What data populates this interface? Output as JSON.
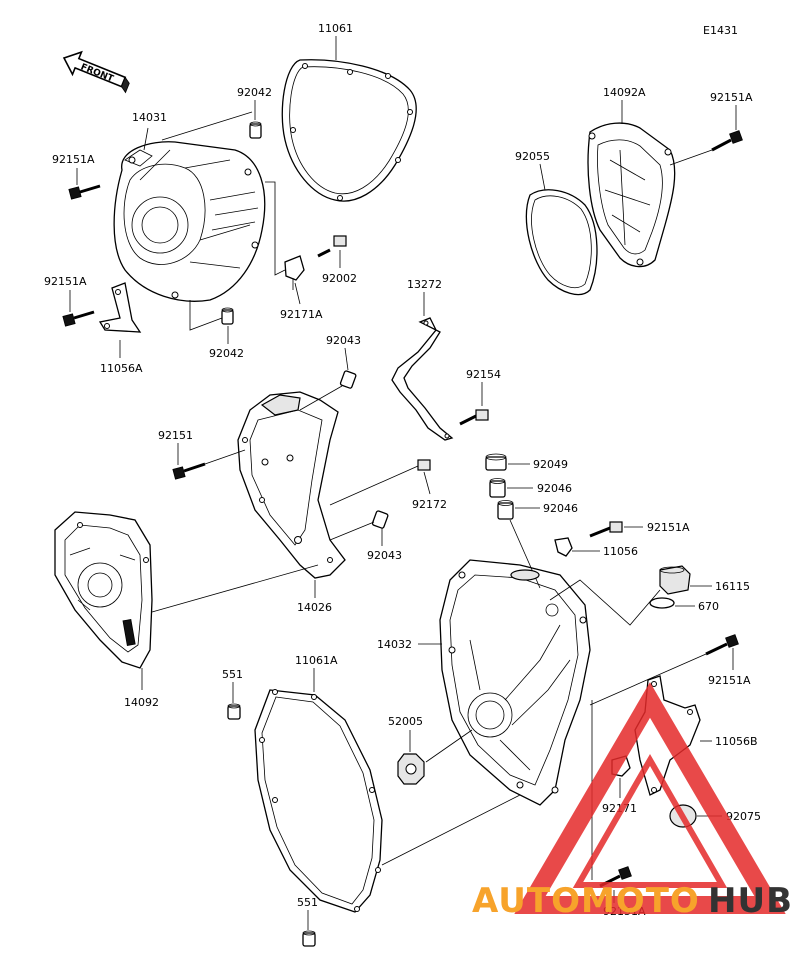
{
  "diagram_code": "E1431",
  "front_label": "FRONT",
  "watermark": {
    "part1": "AUTOMOTO",
    "part2": "HUB",
    "color_red": "#e52a2a",
    "color_orange": "#f7a32b",
    "color_dark": "#333333"
  },
  "labels": {
    "p11061": "11061",
    "p14031": "14031",
    "p92042a": "92042",
    "p92151a_1": "92151A",
    "p92151a_2": "92151A",
    "p11056a": "11056A",
    "p92042b": "92042",
    "p92171a": "92171A",
    "p92002": "92002",
    "p14092a": "14092A",
    "p92151a_3": "92151A",
    "p92055": "92055",
    "p13272": "13272",
    "p92043a": "92043",
    "p92154": "92154",
    "p92151": "92151",
    "p92049": "92049",
    "p92046a": "92046",
    "p92046b": "92046",
    "p92172": "92172",
    "p92043b": "92043",
    "p14026": "14026",
    "p92151a_4": "92151A",
    "p11056": "11056",
    "p16115": "16115",
    "p670": "670",
    "p14032": "14032",
    "p14092": "14092",
    "p551a": "551",
    "p11061a": "11061A",
    "p92151a_5": "92151A",
    "p52005": "52005",
    "p11056b": "11056B",
    "p92171": "92171",
    "p92075": "92075",
    "p551b": "551",
    "p92151a_6": "92151A"
  }
}
